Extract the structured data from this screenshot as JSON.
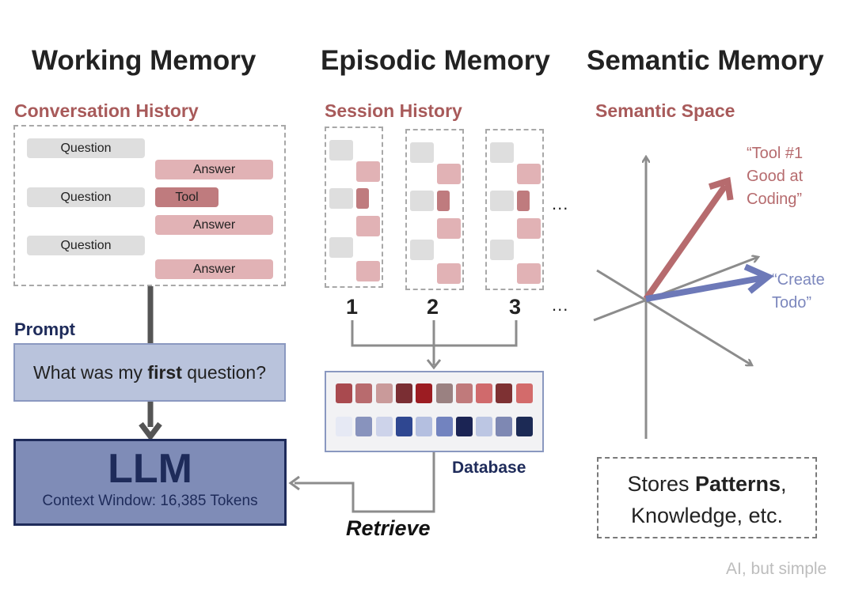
{
  "columns": {
    "working": "Working Memory",
    "episodic": "Episodic Memory",
    "semantic": "Semantic Memory"
  },
  "working": {
    "subtitle": "Conversation History",
    "question_label": "Question",
    "answer_label": "Answer",
    "tool_label": "Tool",
    "prompt_label": "Prompt",
    "prompt_pre": "What was my ",
    "prompt_bold": "first",
    "prompt_post": " question?",
    "llm_title": "LLM",
    "llm_context": "Context Window: 16,385 Tokens"
  },
  "episodic": {
    "subtitle": "Session History",
    "sessions": [
      "1",
      "2",
      "3"
    ],
    "ellipsis": "...",
    "database_label": "Database",
    "retrieve_label": "Retrieve",
    "db_row1_colors": [
      "#a94a4f",
      "#b86b6e",
      "#c99a9a",
      "#7a2e33",
      "#9c1c22",
      "#9a8181",
      "#c07a7b",
      "#d06a6c",
      "#7e3133",
      "#d36b6b"
    ],
    "db_row2_colors": [
      "#e6e9f4",
      "#8893bd",
      "#cdd3ea",
      "#2f4791",
      "#b4bfe0",
      "#7283bf",
      "#1b2454",
      "#bcc6e3",
      "#7e88b3",
      "#1c2a55"
    ]
  },
  "semantic": {
    "subtitle": "Semantic Space",
    "vector1_line1": "“Tool #1",
    "vector1_line2": "Good at",
    "vector1_line3": "Coding”",
    "vector2_line1": "“Create",
    "vector2_line2": "Todo”",
    "stores_pre": "Stores ",
    "stores_bold": "Patterns",
    "stores_post": ",",
    "stores_line2": "Knowledge, etc."
  },
  "footer": "AI, but simple",
  "colors": {
    "rose_accent": "#a85a5a",
    "navy": "#1e2b5a",
    "vector_red": "#b66b6e",
    "vector_blue": "#6d79b8"
  }
}
